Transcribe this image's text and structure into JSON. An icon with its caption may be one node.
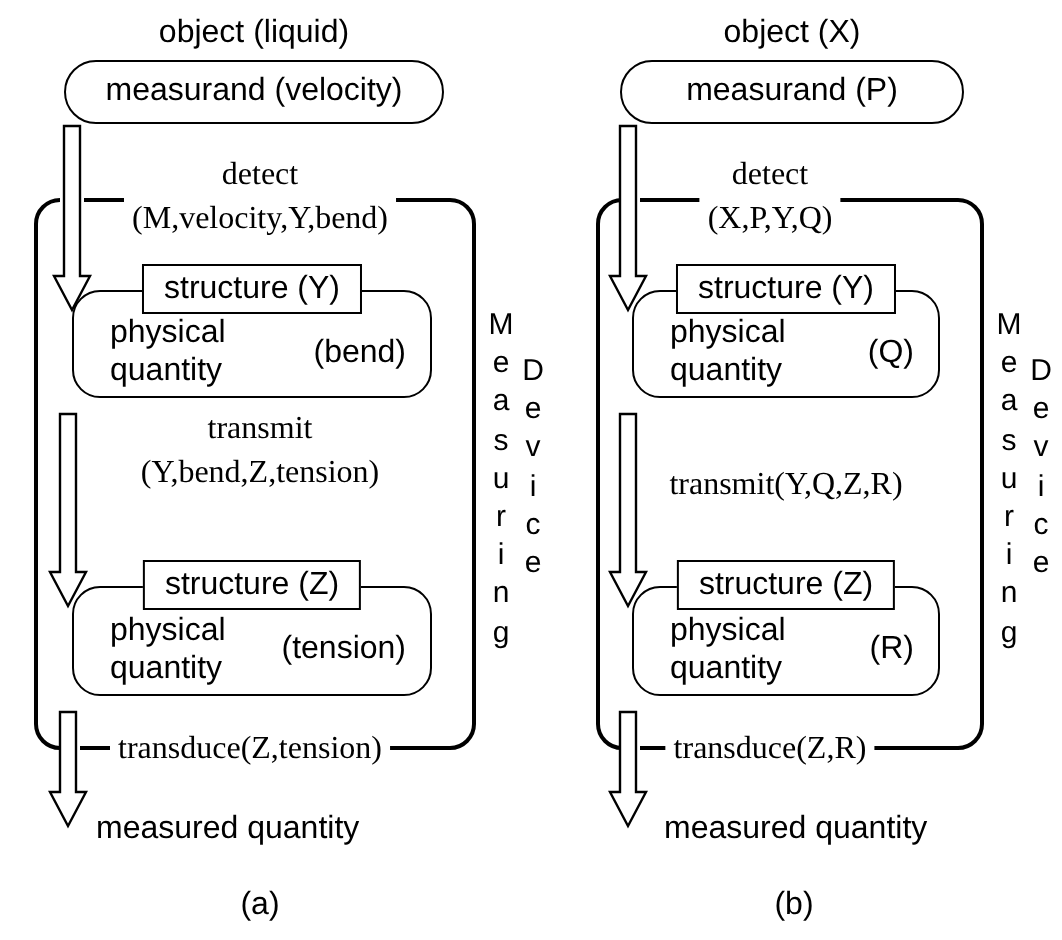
{
  "diagram": {
    "nodes": [
      {
        "text": [
          "object (liquid)",
          "measurand (velocity)"
        ]
      },
      {
        "text": [
          "Measuring",
          "Device"
        ]
      },
      {
        "text": [
          "structure (Y)",
          "physical quantity",
          "(bend)"
        ],
        "in": 1
      },
      {
        "text": [
          "structure (Z)",
          "physical quantity",
          "(tension)"
        ],
        "in": 1
      },
      {
        "text": [
          "measured quantity"
        ]
      },
      {
        "text": [
          "object (X)",
          "measurand (P)"
        ]
      },
      {
        "text": [
          "Measuring",
          "Device"
        ]
      },
      {
        "text": [
          "structure (Y)",
          "physical quantity",
          "(Q)"
        ],
        "in": 6
      },
      {
        "text": [
          "structure (Z)",
          "physical quantity",
          "(R)"
        ],
        "in": 6
      },
      {
        "text": [
          "measured quantity"
        ]
      }
    ],
    "edges": [
      {
        "from": 0,
        "to": 2,
        "arrow": "to",
        "label": "detect (M,velocity,Y,bend)"
      },
      {
        "from": 2,
        "to": 3,
        "arrow": "to",
        "label": "transmit (Y,bend,Z,tension)"
      },
      {
        "from": 3,
        "to": 4,
        "arrow": "to",
        "label": "transduce(Z,tension)"
      },
      {
        "from": 5,
        "to": 7,
        "arrow": "to",
        "label": "detect (X,P,Y,Q)"
      },
      {
        "from": 7,
        "to": 8,
        "arrow": "to",
        "label": "transmit(Y,Q,Z,R)"
      },
      {
        "from": 8,
        "to": 9,
        "arrow": "to",
        "label": "transduce(Z,R)"
      }
    ],
    "labels": [
      "(a)",
      "(b)"
    ]
  }
}
